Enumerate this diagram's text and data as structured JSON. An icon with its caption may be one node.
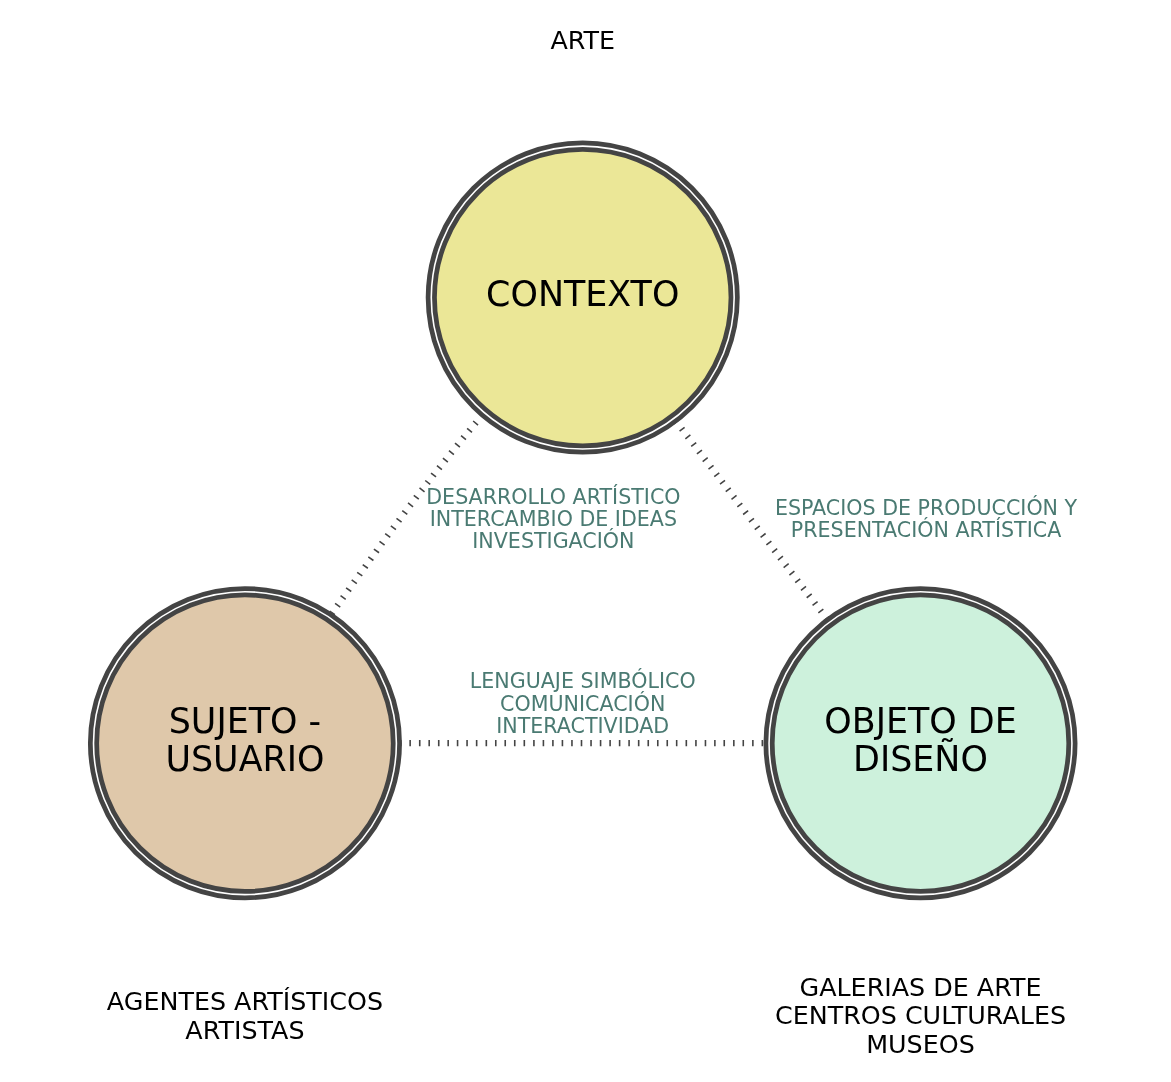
{
  "diagram": {
    "nodes": [
      {
        "text": [
          "CONTEXTO"
        ],
        "beside": [
          "ARTE"
        ]
      },
      {
        "text": [
          "SUJETO - USUARIO"
        ],
        "beside": [
          "AGENTES ARTÍSTICOS",
          "ARTISTAS"
        ]
      },
      {
        "text": [
          "OBJETO DE DISEÑO"
        ],
        "beside": [
          "GALERIAS DE ARTE",
          "CENTROS CULTURALES",
          "MUSEOS"
        ]
      }
    ],
    "edges": [
      {
        "from": 0,
        "to": 1,
        "arrow": "none",
        "label": "DESARROLLO ARTÍSTICO INTERCAMBIO DE IDEAS INVESTIGACIÓN"
      },
      {
        "from": 0,
        "to": 2,
        "arrow": "none",
        "label": "ESPACIOS DE PRODUCCIÓN Y PRESENTACIÓN ARTÍSTICA"
      },
      {
        "from": 1,
        "to": 2,
        "arrow": "none",
        "label": "LENGUAJE SIMBÓLICO COMUNICACIÓN INTERACTIVIDAD"
      }
    ]
  }
}
